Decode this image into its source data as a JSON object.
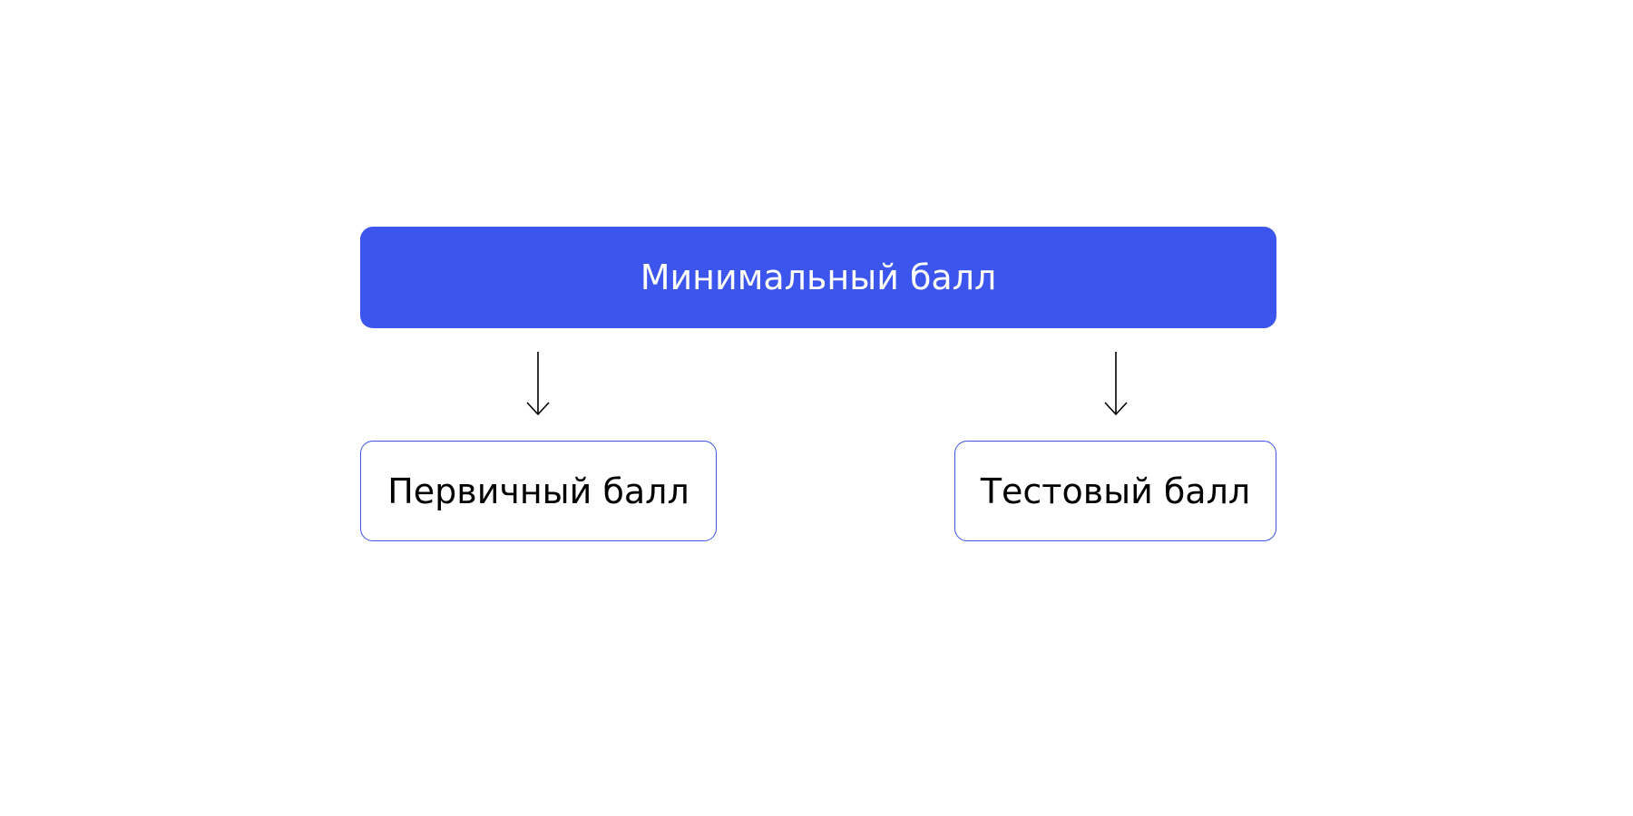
{
  "diagram": {
    "root": {
      "label": "Минимальный балл"
    },
    "children": [
      {
        "label": "Первичный балл"
      },
      {
        "label": "Тестовый балл"
      }
    ]
  },
  "colors": {
    "accent": "#3b55ed",
    "root_text": "#ffffff",
    "child_text": "#000000",
    "arrow": "#000000",
    "background": "#ffffff"
  },
  "icons": {
    "connector": "arrow-down-icon"
  }
}
